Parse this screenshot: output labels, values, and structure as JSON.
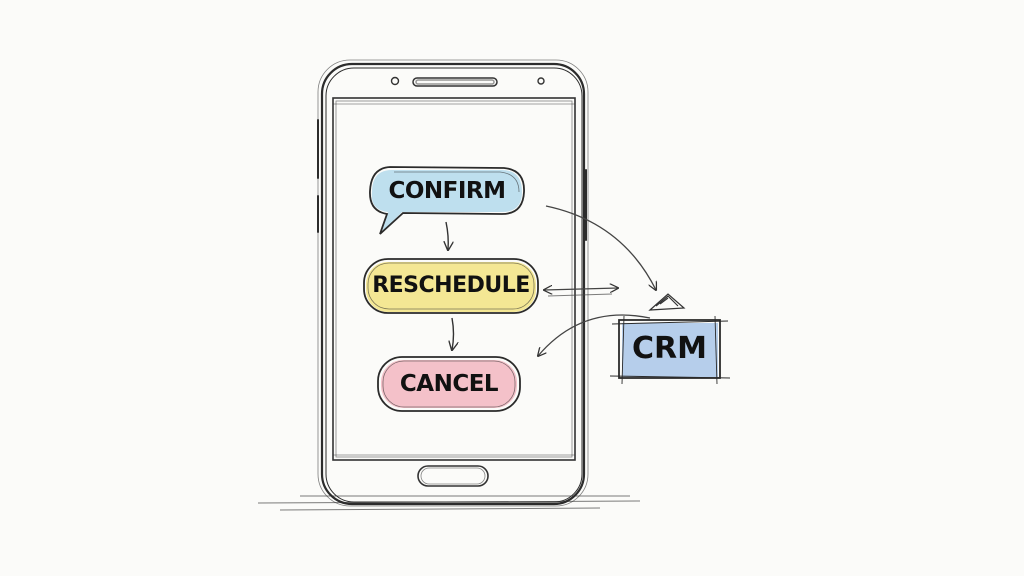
{
  "buttons": {
    "confirm": {
      "label": "CONFIRM",
      "color": "#a9d6ea"
    },
    "reschedule": {
      "label": "RESCHEDULE",
      "color": "#f3e27a"
    },
    "cancel": {
      "label": "CANCEL",
      "color": "#f2b3bd"
    }
  },
  "crm": {
    "label": "CRM",
    "color": "#9fbfe6"
  }
}
